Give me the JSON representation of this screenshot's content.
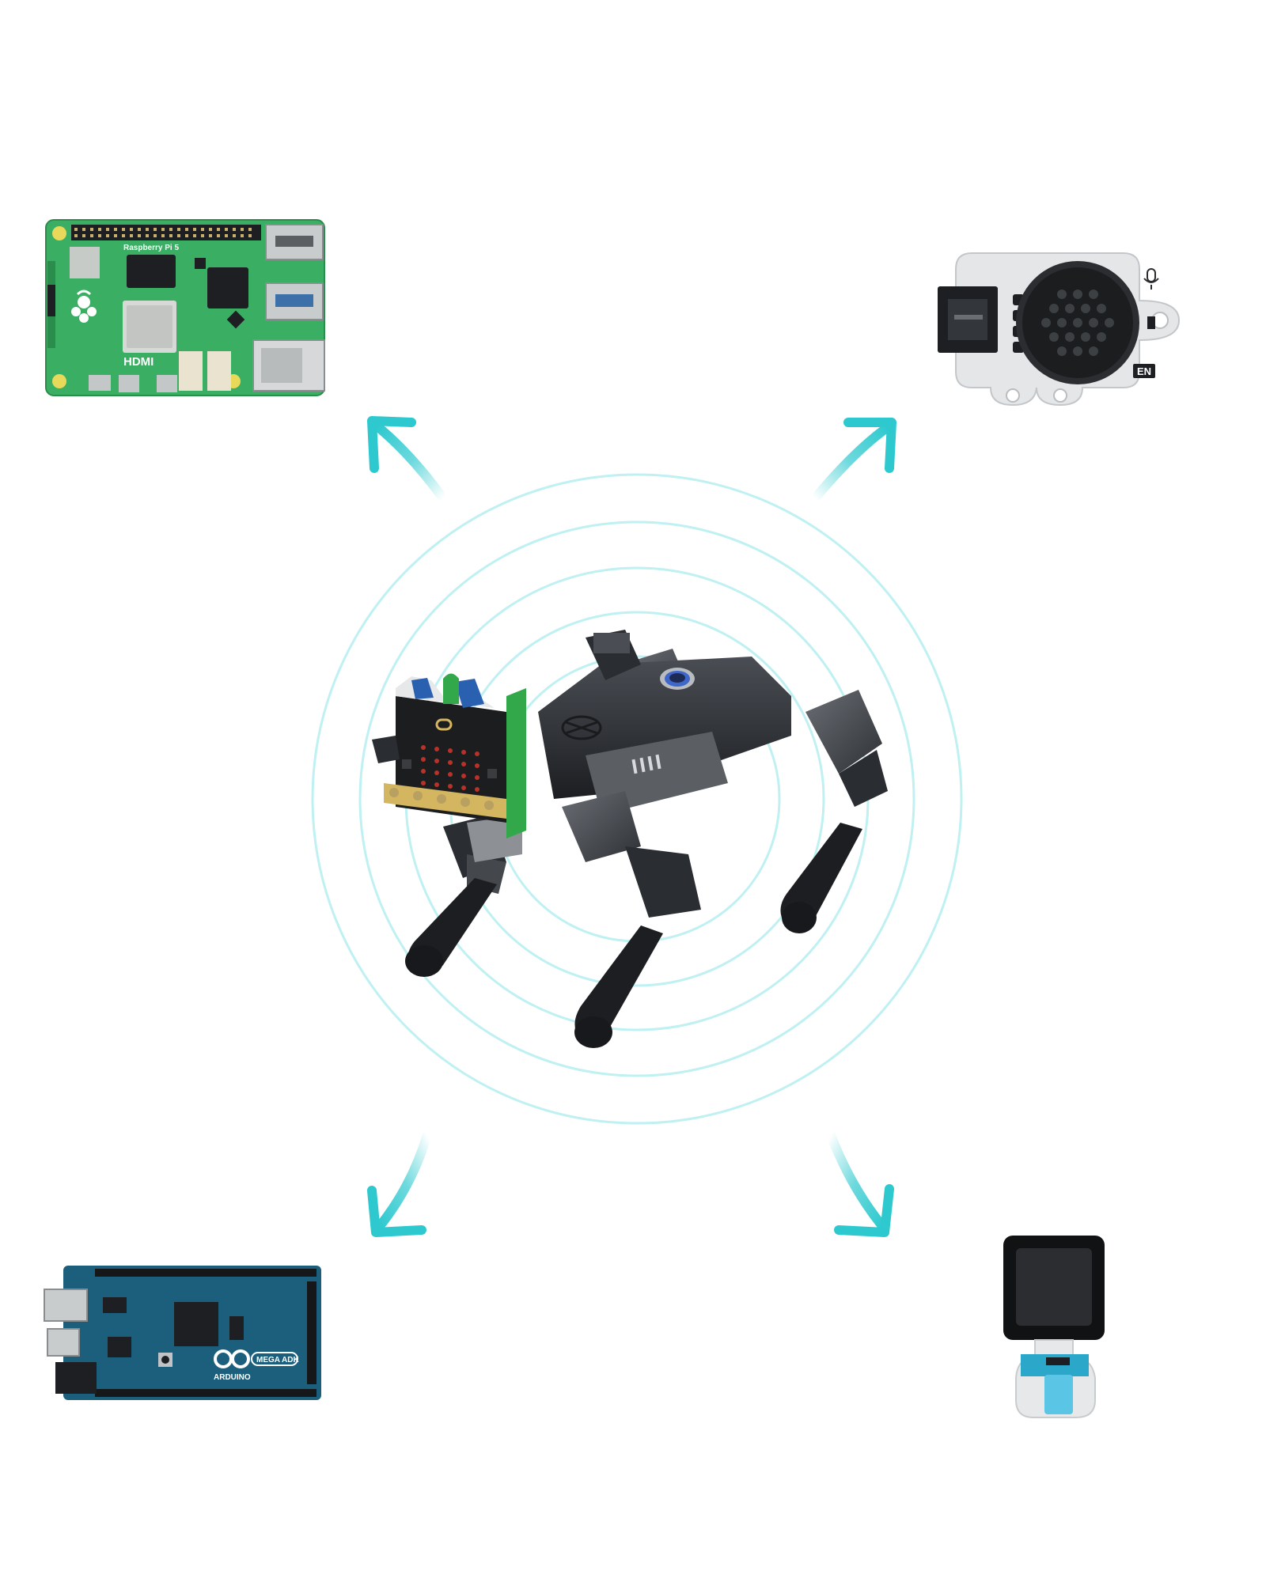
{
  "colors": {
    "background": "#ffffff",
    "accent": "#2ec9cf",
    "ring": "#bff0f2",
    "raspberry_pcb": "#3aae62",
    "arduino_pcb": "#1b5f7c",
    "robot_body": "#2a2d31",
    "microbit_gold": "#d4b560"
  },
  "raspberry_pi": {
    "board_name": "Raspberry Pi 5",
    "hdmi_label": "HDMI"
  },
  "speaker_module": {
    "pin_label": "EN"
  },
  "arduino": {
    "brand_label": "ARDUINO",
    "model_label": "MEGA ADK"
  },
  "icons": [
    "arrow-up-left-icon",
    "arrow-up-right-icon",
    "arrow-down-left-icon",
    "arrow-down-right-icon"
  ]
}
